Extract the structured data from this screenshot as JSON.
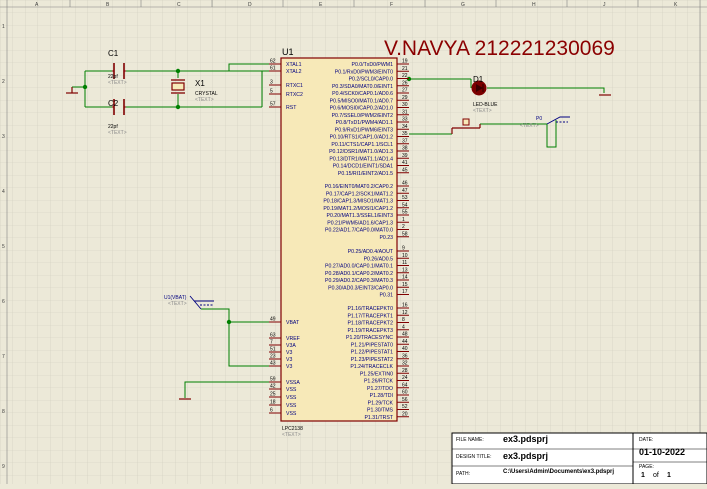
{
  "title": "V.NAVYA 212221230069",
  "ruler_top": [
    "A",
    "B",
    "C",
    "D",
    "E",
    "F",
    "G",
    "H",
    "J",
    "K"
  ],
  "ruler_side": [
    "1",
    "2",
    "3",
    "4",
    "5",
    "6",
    "7",
    "8",
    "9"
  ],
  "components": {
    "c1": {
      "ref": "C1",
      "value": "22pf",
      "text": "<TEXT>"
    },
    "c2": {
      "ref": "C2",
      "value": "22pf",
      "text": "<TEXT>"
    },
    "x1": {
      "ref": "X1",
      "value": "CRYSTAL",
      "text": "<TEXT>"
    },
    "u1": {
      "ref": "U1",
      "part": "LPC2138",
      "text": "<TEXT>"
    },
    "d1": {
      "ref": "D1",
      "part": "LED-BLUE",
      "text": "<TEXT>"
    },
    "vbat_term": {
      "label": "U1(VBAT)",
      "text": "<TEXT>"
    },
    "p2_term": {
      "label": "P0",
      "text": "<TEXT>"
    }
  },
  "left_pins": [
    {
      "num": "62",
      "name": "XTAL1"
    },
    {
      "num": "61",
      "name": "XTAL2"
    },
    {
      "num": "3",
      "name": "RTXC1"
    },
    {
      "num": "5",
      "name": "RTXC2"
    },
    {
      "num": "57",
      "name": "RST"
    },
    {
      "num": "49",
      "name": "VBAT"
    },
    {
      "num": "63",
      "name": "VREF"
    },
    {
      "num": "7",
      "name": "V3A"
    },
    {
      "num": "51",
      "name": "V3"
    },
    {
      "num": "23",
      "name": "V3"
    },
    {
      "num": "43",
      "name": "V3"
    },
    {
      "num": "59",
      "name": "VSSA"
    },
    {
      "num": "42",
      "name": "VSS"
    },
    {
      "num": "25",
      "name": "VSS"
    },
    {
      "num": "18",
      "name": "VSS"
    },
    {
      "num": "6",
      "name": "VSS"
    }
  ],
  "right_pins": [
    {
      "name": "P0.0/TxD0/PWM1",
      "num": "19"
    },
    {
      "name": "P0.1/RxD0/PWM3/EINT0",
      "num": "21"
    },
    {
      "name": "P0.2/SCL0/CAP0.0",
      "num": "22"
    },
    {
      "name": "P0.3/SDA0/MAT0.0/EINT1",
      "num": "26"
    },
    {
      "name": "P0.4/SCK0/CAP0.1/AD0.6",
      "num": "27"
    },
    {
      "name": "P0.5/MISO0/MAT0.1/AD0.7",
      "num": "29"
    },
    {
      "name": "P0.6/MOSI0/CAP0.2/AD1.0",
      "num": "30"
    },
    {
      "name": "P0.7/SSEL0/PWM2/EINT2",
      "num": "31"
    },
    {
      "name": "P0.8/TxD1/PWM4/AD1.1",
      "num": "33"
    },
    {
      "name": "P0.9/RxD1/PWM6/EINT3",
      "num": "34"
    },
    {
      "name": "P0.10/RTS1/CAP1.0/AD1.2",
      "num": "35"
    },
    {
      "name": "P0.11/CTS1/CAP1.1/SCL1",
      "num": "37"
    },
    {
      "name": "P0.12/DSR1/MAT1.0/AD1.3",
      "num": "38"
    },
    {
      "name": "P0.13/DTR1/MAT1.1/AD1.4",
      "num": "39"
    },
    {
      "name": "P0.14/DCD1/EINT1/SDA1",
      "num": "41"
    },
    {
      "name": "P0.15/RI1/EINT2/AD1.5",
      "num": "45"
    },
    {
      "name": "P0.16/EINT0/MAT0.2/CAP0.2",
      "num": "46"
    },
    {
      "name": "P0.17/CAP1.2/SCK1/MAT1.2",
      "num": "47"
    },
    {
      "name": "P0.18/CAP1.3/MISO1/MAT1.3",
      "num": "53"
    },
    {
      "name": "P0.19/MAT1.2/MOSI1/CAP1.2",
      "num": "54"
    },
    {
      "name": "P0.20/MAT1.3/SSEL1/EINT3",
      "num": "55"
    },
    {
      "name": "P0.21/PWM5/AD1.6/CAP1.3",
      "num": "1"
    },
    {
      "name": "P0.22/AD1.7/CAP0.0/MAT0.0",
      "num": "2"
    },
    {
      "name": "P0.23",
      "num": "58"
    },
    {
      "name": "P0.25/AD0.4/AOUT",
      "num": "9"
    },
    {
      "name": "P0.26/AD0.5",
      "num": "10"
    },
    {
      "name": "P0.27/AD0.0/CAP0.1/MAT0.1",
      "num": "11"
    },
    {
      "name": "P0.28/AD0.1/CAP0.2/MAT0.2",
      "num": "13"
    },
    {
      "name": "P0.29/AD0.2/CAP0.3/MAT0.3",
      "num": "14"
    },
    {
      "name": "P0.30/AD0.3/EINT3/CAP0.0",
      "num": "15"
    },
    {
      "name": "P0.31",
      "num": "17"
    },
    {
      "name": "P1.16/TRACEPKT0",
      "num": "16"
    },
    {
      "name": "P1.17/TRACEPKT1",
      "num": "12"
    },
    {
      "name": "P1.18/TRACEPKT2",
      "num": "8"
    },
    {
      "name": "P1.19/TRACEPKT3",
      "num": "4"
    },
    {
      "name": "P1.20/TRACESYNC",
      "num": "48"
    },
    {
      "name": "P1.21/PIPESTAT0",
      "num": "44"
    },
    {
      "name": "P1.22/PIPESTAT1",
      "num": "40"
    },
    {
      "name": "P1.23/PIPESTAT2",
      "num": "36"
    },
    {
      "name": "P1.24/TRACECLK",
      "num": "32"
    },
    {
      "name": "P1.25/EXTIN0",
      "num": "28"
    },
    {
      "name": "P1.26/RTCK",
      "num": "24"
    },
    {
      "name": "P1.27/TDO",
      "num": "64"
    },
    {
      "name": "P1.28/TDI",
      "num": "60"
    },
    {
      "name": "P1.29/TCK",
      "num": "56"
    },
    {
      "name": "P1.30/TMS",
      "num": "52"
    },
    {
      "name": "P1.31/TRST",
      "num": "20"
    }
  ],
  "title_block": {
    "file_name_label": "FILE NAME:",
    "file_name": "ex3.pdsprj",
    "design_title_label": "DESIGN TITLE:",
    "design_title": "ex3.pdsprj",
    "path_label": "PATH:",
    "path": "C:\\Users\\Admin\\Documents\\ex3.pdsprj",
    "date_label": "DATE:",
    "date": "01-10-2022",
    "page_label": "PAGE:",
    "page": "1",
    "page_of": "of",
    "page_total": "1"
  },
  "colors": {
    "background": "#ece9d8",
    "grid": "#cfcdbd",
    "wire": "#008000",
    "component": "#800000",
    "body_fill": "#f7e9b8",
    "title_text": "#8b0000",
    "pin_text": "#000080",
    "led_fill": "#7a0000"
  }
}
